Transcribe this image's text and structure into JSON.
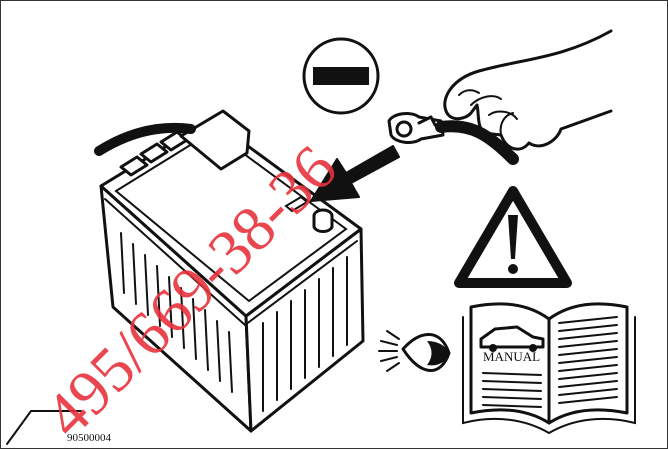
{
  "figure": {
    "code": "90500004",
    "manual_label": "MANUAL",
    "minus_symbol": "negative-terminal-sign",
    "warning_symbol": "!",
    "watermark": "495/669-38-36",
    "watermark_color": "#e8323c"
  }
}
